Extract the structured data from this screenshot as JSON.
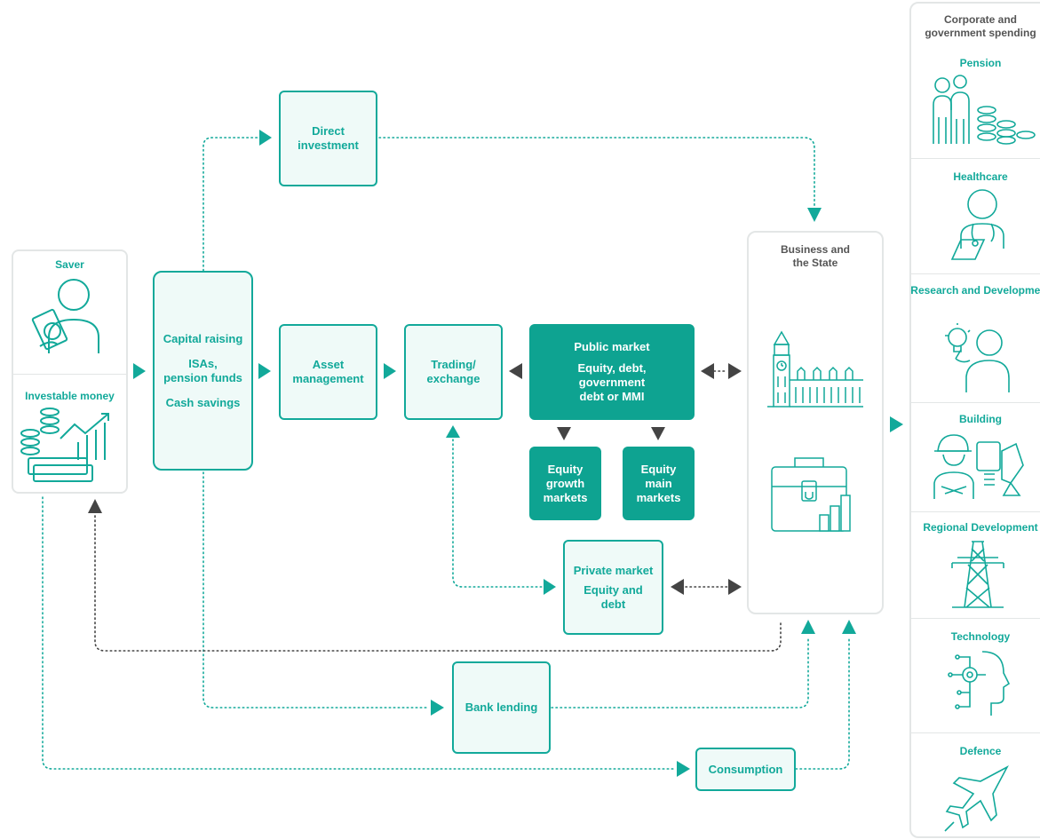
{
  "saver": {
    "title": "Saver",
    "investable": "Investable money"
  },
  "capital": {
    "line1": "Capital raising",
    "line2": "ISAs,",
    "line3": "pension funds",
    "line4": "Cash savings"
  },
  "direct": {
    "line1": "Direct",
    "line2": "investment"
  },
  "asset": {
    "line1": "Asset",
    "line2": "management"
  },
  "trading": {
    "line1": "Trading/",
    "line2": "exchange"
  },
  "public": {
    "title": "Public market",
    "line1": "Equity, debt,",
    "line2": "government",
    "line3": "debt or MMI"
  },
  "growth": {
    "line1": "Equity",
    "line2": "growth",
    "line3": "markets"
  },
  "main": {
    "line1": "Equity",
    "line2": "main",
    "line3": "markets"
  },
  "private": {
    "title": "Private market",
    "line1": "Equity and",
    "line2": "debt"
  },
  "business": {
    "line1": "Business and",
    "line2": "the State"
  },
  "bank": {
    "label": "Bank lending"
  },
  "consumption": {
    "label": "Consumption"
  },
  "spending": {
    "title1": "Corporate and",
    "title2": "government spending",
    "items": [
      {
        "label": "Pension",
        "icon": "pension-icon"
      },
      {
        "label": "Healthcare",
        "icon": "healthcare-icon"
      },
      {
        "label": "Research and Development",
        "icon": "research-icon"
      },
      {
        "label": "Building",
        "icon": "building-icon"
      },
      {
        "label": "Regional Development",
        "icon": "pylon-icon"
      },
      {
        "label": "Technology",
        "icon": "ai-head-icon"
      },
      {
        "label": "Defence",
        "icon": "jet-icon"
      }
    ]
  },
  "colors": {
    "teal": "#12a99a",
    "teal_dark": "#0ea391",
    "teal_fill": "#effaf8",
    "arrow_grey": "#444444",
    "panel_border": "#e3e6e6"
  }
}
